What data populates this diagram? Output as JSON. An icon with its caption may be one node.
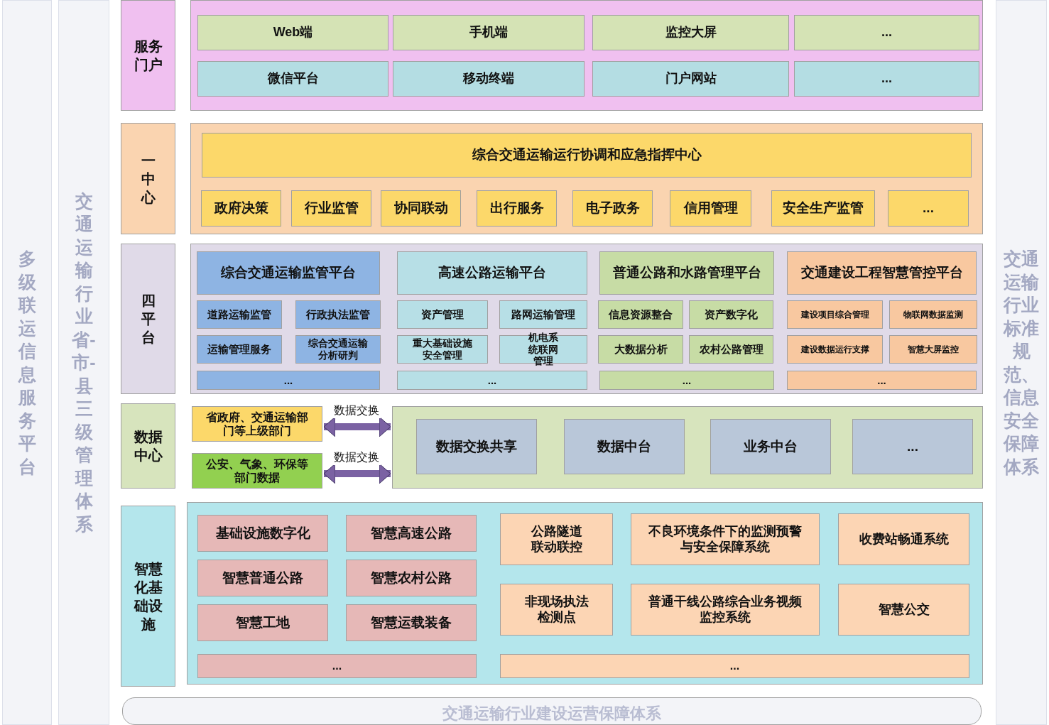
{
  "diagram": {
    "nodes": [
      {
        "text": [
          "多级联运信息服务平台"
        ]
      },
      {
        "text": [
          "交通运输行业省-市-县三级管理体系"
        ]
      },
      {
        "text": [
          "服务门户"
        ]
      },
      {
        "text": [],
        "shape": "box"
      },
      {
        "text": [
          "Web端"
        ],
        "in": 3
      },
      {
        "text": [
          "手机端"
        ],
        "in": 3
      },
      {
        "text": [
          "监控大屏"
        ],
        "in": 3
      },
      {
        "text": [
          "..."
        ],
        "in": 3
      },
      {
        "text": [
          "微信平台"
        ],
        "in": 3
      },
      {
        "text": [
          "移动终端"
        ],
        "in": 3
      },
      {
        "text": [
          "门户网站"
        ],
        "in": 3
      },
      {
        "text": [
          "..."
        ],
        "in": 3
      },
      {
        "text": [
          "一中心"
        ]
      },
      {
        "text": [],
        "shape": "box"
      },
      {
        "text": [
          "综合交通运输运行协调和应急指挥中心"
        ],
        "in": 13
      },
      {
        "text": [
          "政府决策"
        ],
        "in": 13
      },
      {
        "text": [
          "行业监管"
        ],
        "in": 13
      },
      {
        "text": [
          "协同联动"
        ],
        "in": 13
      },
      {
        "text": [
          "出行服务"
        ],
        "in": 13
      },
      {
        "text": [
          "电子政务"
        ],
        "in": 13
      },
      {
        "text": [
          "信用管理"
        ],
        "in": 13
      },
      {
        "text": [
          "安全生产监管"
        ],
        "in": 13
      },
      {
        "text": [
          "..."
        ],
        "in": 13
      },
      {
        "text": [
          "四平台"
        ]
      },
      {
        "text": [],
        "shape": "box"
      },
      {
        "text": [
          "综合交通运输监管平台"
        ],
        "in": 24
      },
      {
        "text": [
          "道路运输监管"
        ],
        "in": 24
      },
      {
        "text": [
          "行政执法监管"
        ],
        "in": 24
      },
      {
        "text": [
          "运输管理服务"
        ],
        "in": 24
      },
      {
        "text": [
          "综合交通运输分析研判"
        ],
        "in": 24
      },
      {
        "text": [
          "..."
        ],
        "in": 24
      },
      {
        "text": [
          "高速公路运输平台"
        ],
        "in": 24
      },
      {
        "text": [
          "资产管理"
        ],
        "in": 24
      },
      {
        "text": [
          "路网运输管理"
        ],
        "in": 24
      },
      {
        "text": [
          "重大基础设施安全管理"
        ],
        "in": 24
      },
      {
        "text": [
          "机电系统联网管理"
        ],
        "in": 24
      },
      {
        "text": [
          "..."
        ],
        "in": 24
      },
      {
        "text": [
          "普通公路和水路管理平台"
        ],
        "in": 24
      },
      {
        "text": [
          "信息资源整合"
        ],
        "in": 24
      },
      {
        "text": [
          "资产数字化"
        ],
        "in": 24
      },
      {
        "text": [
          "大数据分析"
        ],
        "in": 24
      },
      {
        "text": [
          "农村公路管理"
        ],
        "in": 24
      },
      {
        "text": [
          "..."
        ],
        "in": 24
      },
      {
        "text": [
          "交通建设工程智慧管控平台"
        ],
        "in": 24
      },
      {
        "text": [
          "建设项目综合管理"
        ],
        "in": 24
      },
      {
        "text": [
          "物联网数据监测"
        ],
        "in": 24
      },
      {
        "text": [
          "建设数据运行支撑"
        ],
        "in": 24
      },
      {
        "text": [
          "智慧大屏监控"
        ],
        "in": 24
      },
      {
        "text": [
          "..."
        ],
        "in": 24
      },
      {
        "text": [
          "数据中心"
        ]
      },
      {
        "text": [
          "省政府、交通运输部门等上级部门"
        ]
      },
      {
        "text": [
          "公安、气象、环保等部门数据"
        ]
      },
      {
        "text": [],
        "shape": "box"
      },
      {
        "text": [
          "数据交换共享"
        ],
        "in": 52
      },
      {
        "text": [
          "数据中台"
        ],
        "in": 52
      },
      {
        "text": [
          "业务中台"
        ],
        "in": 52
      },
      {
        "text": [
          "..."
        ],
        "in": 52
      },
      {
        "text": [
          "智慧化基础设施"
        ]
      },
      {
        "text": [],
        "shape": "box"
      },
      {
        "text": [
          "基础设施数字化"
        ],
        "in": 58
      },
      {
        "text": [
          "智慧高速公路"
        ],
        "in": 58
      },
      {
        "text": [
          "智慧普通公路"
        ],
        "in": 58
      },
      {
        "text": [
          "智慧农村公路"
        ],
        "in": 58
      },
      {
        "text": [
          "智慧工地"
        ],
        "in": 58
      },
      {
        "text": [
          "智慧运载装备"
        ],
        "in": 58
      },
      {
        "text": [
          "..."
        ],
        "in": 58
      },
      {
        "text": [
          "公路隧道联动联控"
        ],
        "in": 58
      },
      {
        "text": [
          "不良环境条件下的监测预警与安全保障系统"
        ],
        "in": 58
      },
      {
        "text": [
          "收费站畅通系统"
        ],
        "in": 58
      },
      {
        "text": [
          "非现场执法检测点"
        ],
        "in": 58
      },
      {
        "text": [
          "普通干线公路综合业务视频监控系统"
        ],
        "in": 58
      },
      {
        "text": [
          "智慧公交"
        ],
        "in": 58
      },
      {
        "text": [
          "..."
        ],
        "in": 58
      },
      {
        "text": [
          "交通运输行业标准规范、信息安全保障体系"
        ]
      },
      {
        "text": [
          "交通运输行业建设运营保障体系"
        ]
      }
    ],
    "edges": [
      {
        "from": 50,
        "to": 52,
        "arrow": "both",
        "label": "数据交换"
      },
      {
        "from": 51,
        "to": 52,
        "arrow": "both",
        "label": "数据交换"
      }
    ]
  }
}
